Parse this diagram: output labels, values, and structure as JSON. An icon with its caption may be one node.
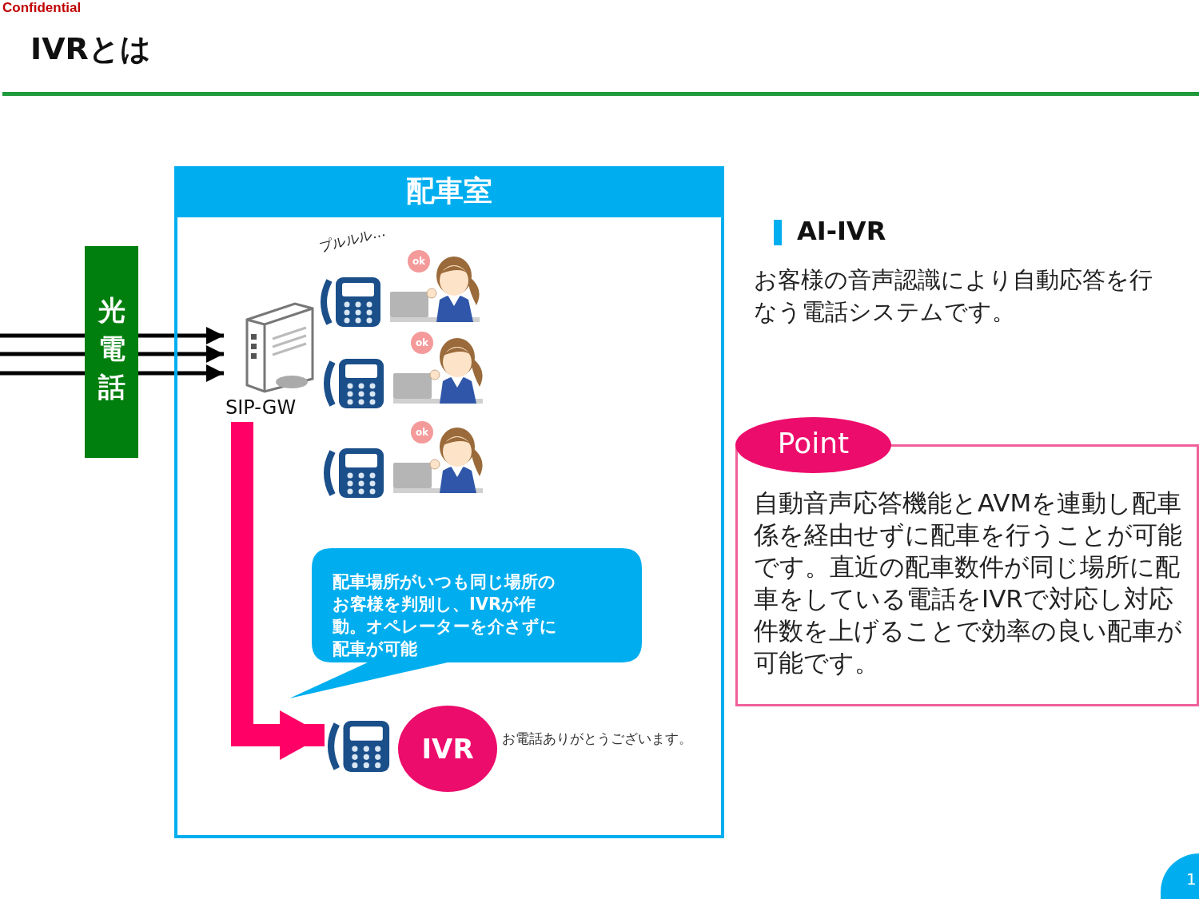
{
  "diagram": {
    "title": "IVRとは",
    "nodes": [
      {
        "text": [
          "配車室"
        ]
      },
      {
        "text": [
          "光電話"
        ]
      },
      {
        "text": [
          "SIP-GW"
        ],
        "in": 0
      },
      {
        "text": [
          "配車場所がいつも同じ場所のお客様を判別し、IVRが作動。オペレーターを介さずに配車が可能"
        ],
        "in": 0
      },
      {
        "text": [],
        "shape": "picture",
        "in": 0
      },
      {
        "text": [
          "IVR"
        ],
        "beside": [
          "お電話ありがとうございます。"
        ],
        "in": 0
      },
      {
        "text": [
          "Point",
          "自動音声応答機能とAVMを連動し配車係を経由せずに配車を行うことが可能です。直近の配車数件が同じ場所に配車をしている電話をIVRで対応し対応件数を上げることで効率の良い配車が可能です。"
        ]
      }
    ],
    "edges": [
      {
        "from": null,
        "to": 2,
        "arrow": "to"
      },
      {
        "from": null,
        "to": 2,
        "arrow": "to"
      },
      {
        "from": null,
        "to": 2,
        "arrow": "to"
      },
      {
        "from": 2,
        "to": 4,
        "arrow": "to",
        "style": "thick",
        "color": "#ff0066"
      }
    ],
    "labels": [
      "Confidential",
      "プルルル…",
      "ok",
      "ok",
      "ok",
      "AI-IVR",
      "お客様の音声認識により自動応答を行なう電話システムです。",
      "1"
    ]
  }
}
